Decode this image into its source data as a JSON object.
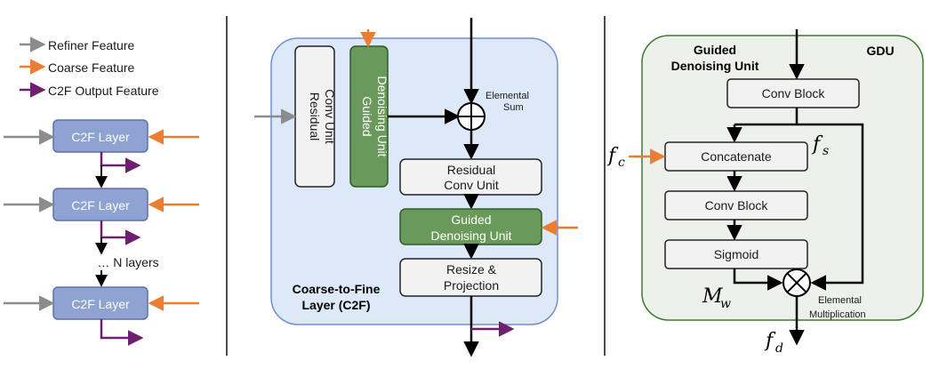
{
  "legend": {
    "refiner": "Refiner Feature",
    "coarse": "Coarse Feature",
    "output": "C2F Output Feature"
  },
  "colors": {
    "refiner": "#8c8c8c",
    "coarse": "#ed7d31",
    "output": "#6f1f6f",
    "c2f_layer_fill": "#8ea3d1",
    "c2f_panel_fill": "#dde9f8",
    "gdu_fill": "#6a9a5b",
    "gdu_panel_fill": "#eef0eb"
  },
  "left": {
    "layers": [
      "C2F Layer",
      "C2F Layer",
      "C2F Layer"
    ],
    "n_layers": "… N layers"
  },
  "middle": {
    "residual_conv_unit_1": "Residual",
    "residual_conv_unit_2": "Conv Unit",
    "gdu_vertical_1": "Guided",
    "gdu_vertical_2": "Denoising Unit",
    "elemental_sum_1": "Elemental",
    "elemental_sum_2": "Sum",
    "residual_box_1": "Residual",
    "residual_box_2": "Conv Unit",
    "gdu_box_1": "Guided",
    "gdu_box_2": "Denoising Unit",
    "resize_1": "Resize &",
    "resize_2": "Projection",
    "title_1": "Coarse-to-Fine",
    "title_2": "Layer (C2F)"
  },
  "right": {
    "title_1": "Guided",
    "title_2": "Denoising Unit",
    "tag": "GDU",
    "conv_block_1": "Conv Block",
    "concatenate": "Concatenate",
    "conv_block_2": "Conv Block",
    "sigmoid": "Sigmoid",
    "mult_1": "Elemental",
    "mult_2": "Multiplication",
    "fc": "f",
    "fc_sub": "c",
    "fs": "f",
    "fs_sub": "s",
    "mw": "M",
    "mw_sub": "w",
    "fd": "f",
    "fd_sub": "d"
  }
}
